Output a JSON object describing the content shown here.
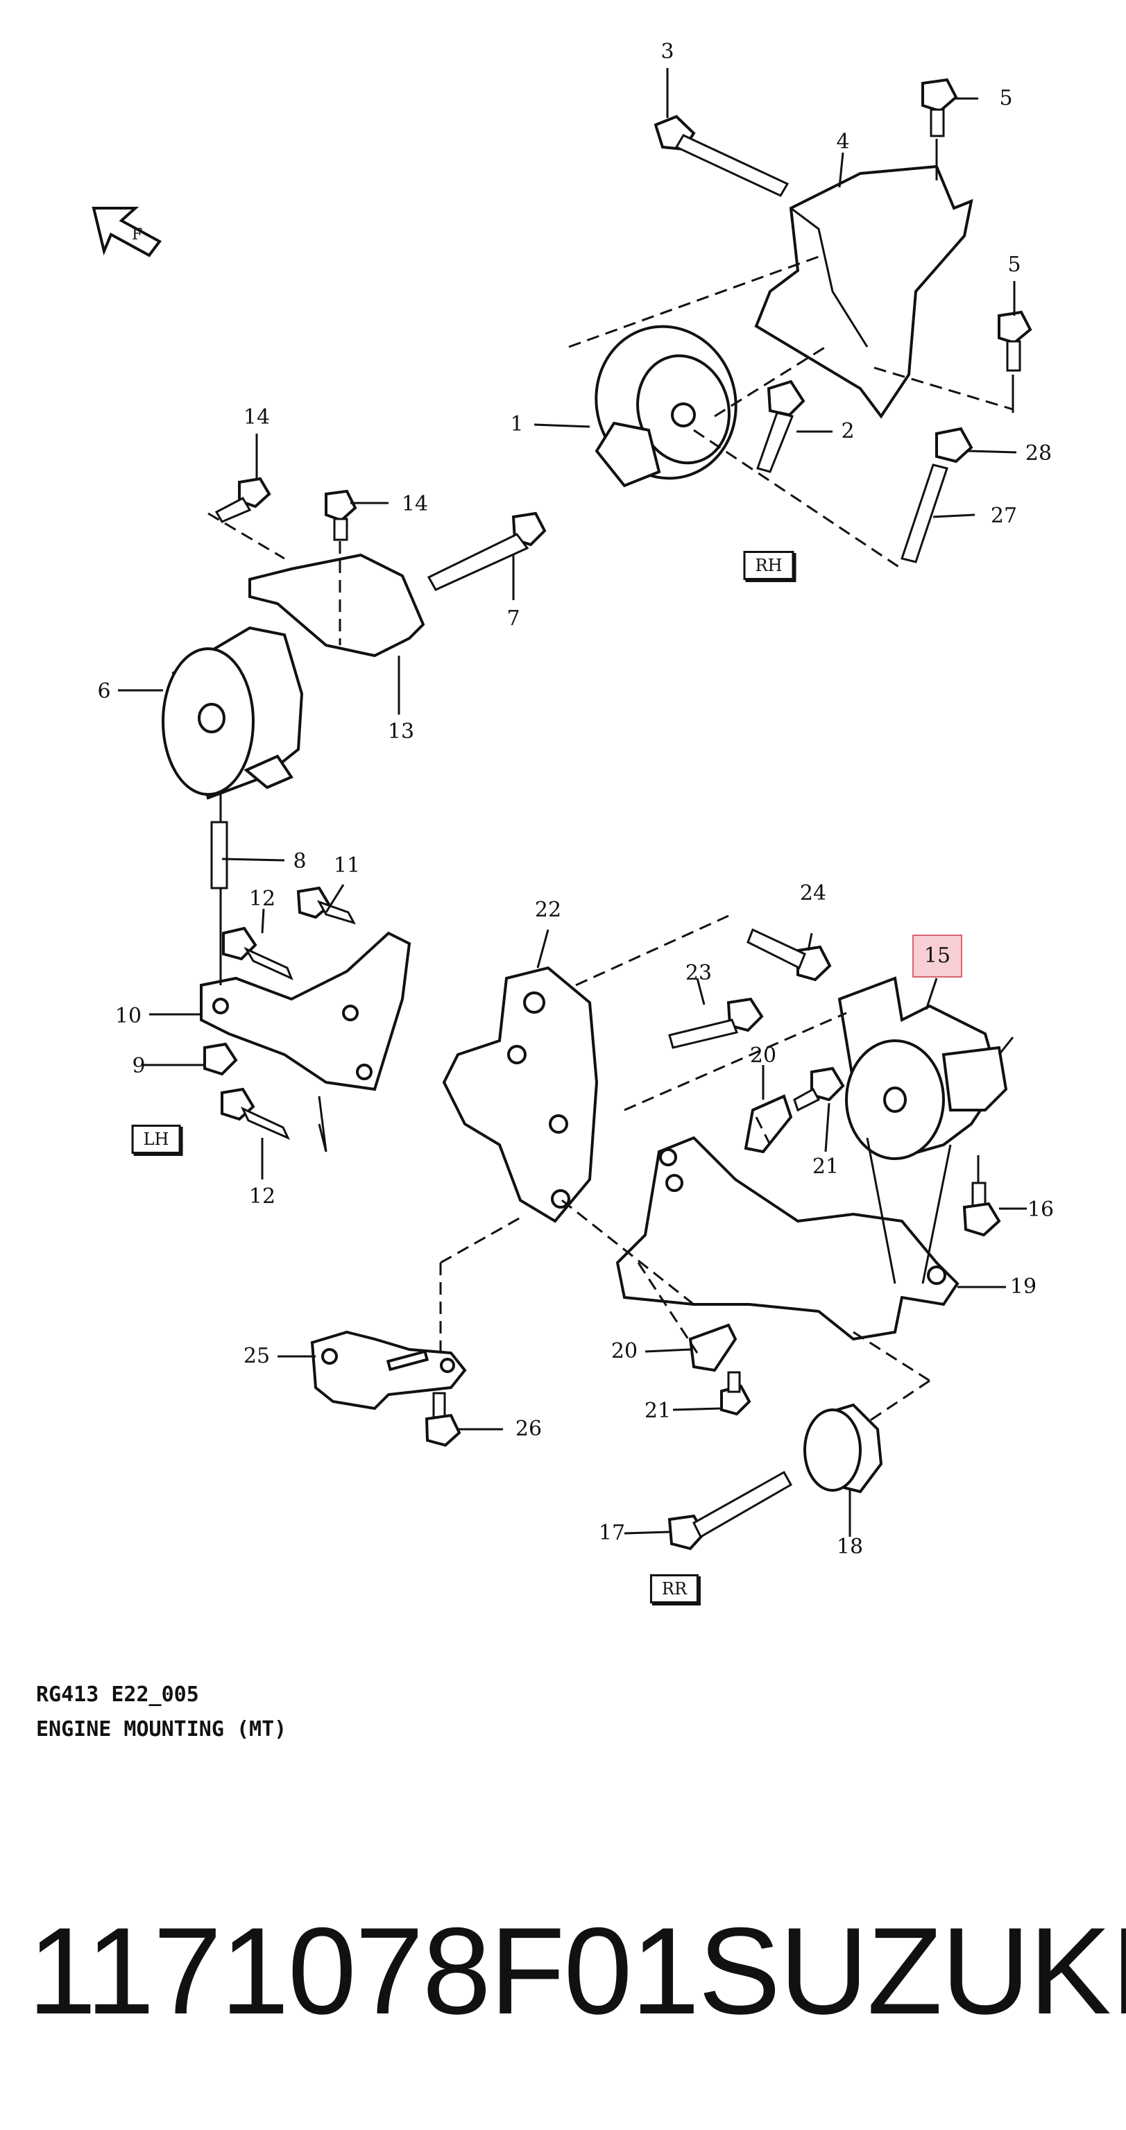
{
  "callouts": {
    "c1": "1",
    "c2": "2",
    "c3": "3",
    "c4": "4",
    "c5a": "5",
    "c5b": "5",
    "c6": "6",
    "c7": "7",
    "c8": "8",
    "c9": "9",
    "c10": "10",
    "c11": "11",
    "c12a": "12",
    "c12b": "12",
    "c13": "13",
    "c14a": "14",
    "c14b": "14",
    "c15": "15",
    "c16": "16",
    "c17": "17",
    "c18": "18",
    "c19": "19",
    "c20a": "20",
    "c20b": "20",
    "c21a": "21",
    "c21b": "21",
    "c22": "22",
    "c23": "23",
    "c24": "24",
    "c25": "25",
    "c26": "26",
    "c27": "27",
    "c28": "28"
  },
  "side_tags": {
    "rh": "RH",
    "lh": "LH",
    "rr": "RR"
  },
  "direction_arrow_label": "F",
  "highlighted_callout": "15",
  "highlight_color": "#f7cfd4",
  "caption": {
    "code": "RG413 E22_005",
    "title": "ENGINE MOUNTING (MT)"
  },
  "footer": {
    "part_number": "1171078F01",
    "brand": "SUZUKI"
  }
}
